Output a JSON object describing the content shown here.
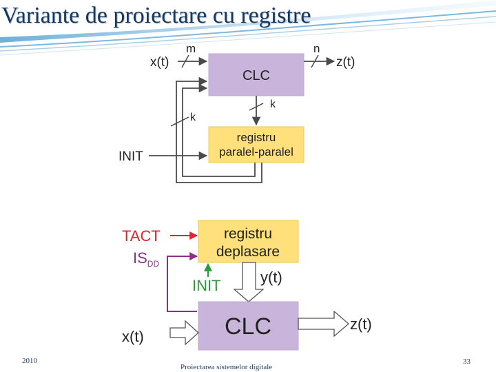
{
  "slide": {
    "title": "Variante de proiectare cu registre",
    "footer_date": "2010",
    "footer_center": "Proiectarea sistemelor digitale",
    "page_number": "33"
  },
  "diagram_top": {
    "block_clc": "CLC",
    "block_register_line1": "registru",
    "block_register_line2": "paralel-paralel",
    "input_label": "x(t)",
    "output_label": "z(t)",
    "input_width": "m",
    "output_width": "n",
    "state_width_feedback": "k",
    "state_width_register": "k",
    "init_label": "INIT"
  },
  "diagram_bottom": {
    "block_register_line1": "registru",
    "block_register_line2": "deplasare",
    "block_clc": "CLC",
    "clock_label": "TACT",
    "serial_input_label": "IS",
    "serial_input_subscript": "DD",
    "init_label": "INIT",
    "state_label": "y(t)",
    "input_label": "x(t)",
    "output_label": "z(t)"
  },
  "colors": {
    "block_purple": "#c9b5db",
    "block_yellow": "#ffe07a",
    "title_blue": "#17375e",
    "clock_red": "#e0242c",
    "serial_purple": "#8d2f8a",
    "green_arrow": "#2a9a3a",
    "line_gray": "#4a4a4a"
  }
}
